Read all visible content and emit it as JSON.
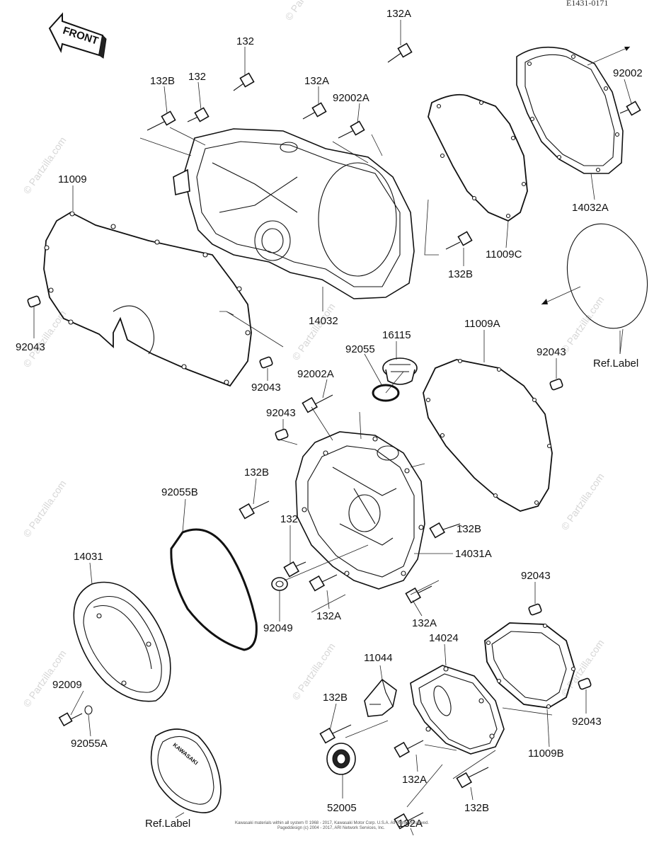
{
  "diagram": {
    "corner_code": "E1431-0171",
    "front_label": "FRONT",
    "watermark": "© Partzilla.com",
    "footer_lines": [
      "Kawasaki materials within all system © 1968 - 2017, Kawasaki Motor Corp. U.S.A. All Rights Reserved.",
      "Pageddesign (c) 2004 - 2017, ARI Network Services, Inc."
    ],
    "stamp_text": "KAWASAKI",
    "labels": {
      "l132A_top": "132A",
      "l132_top": "132",
      "l132B_left": "132B",
      "l132_mid": "132",
      "l132A_2": "132A",
      "l92002A_top": "92002A",
      "l92002": "92002",
      "l11009": "11009",
      "l92043_left": "92043",
      "l14032": "14032",
      "l92043_mid": "92043",
      "l11009C": "11009C",
      "l132B_right": "132B",
      "l14032A": "14032A",
      "l16115": "16115",
      "l92055": "92055",
      "l11009A": "11009A",
      "l92043_right": "92043",
      "ref_label_right": "Ref.Label",
      "l92002A_mid": "92002A",
      "l92043_center": "92043",
      "l132B_center": "132B",
      "l92055B": "92055B",
      "l132_center": "132",
      "l132B_cover": "132B",
      "l14031A": "14031A",
      "l14031": "14031",
      "l92049": "92049",
      "l132A_center": "132A",
      "l132A_right": "132A",
      "l92043_lower": "92043",
      "l14024": "14024",
      "l11044": "11044",
      "l92009": "92009",
      "l132B_lower": "132B",
      "l92043_lower_right": "92043",
      "l92055A": "92055A",
      "l132A_lower": "132A",
      "l11009B": "11009B",
      "l52005": "52005",
      "l132B_bottom": "132B",
      "ref_label_bottom": "Ref.Label",
      "l132A_bottom": "132A"
    }
  }
}
